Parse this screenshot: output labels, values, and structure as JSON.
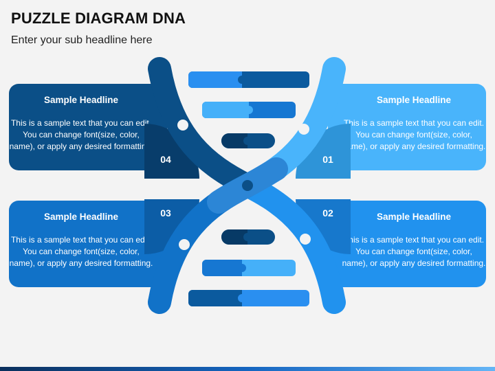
{
  "header": {
    "title": "PUZZLE DIAGRAM DNA",
    "subtitle": "Enter your sub headline here"
  },
  "cards": [
    {
      "number": "04",
      "headline": "Sample Headline",
      "body": "This is a sample text that you can edit. You can change font(size, color, name), or apply any desired formatting.",
      "color": "#0b4f87"
    },
    {
      "number": "01",
      "headline": "Sample Headline",
      "body": "This is a sample text that you can edit. You can change font(size, color, name), or apply any desired formatting.",
      "color": "#49b4fb"
    },
    {
      "number": "03",
      "headline": "Sample Headline",
      "body": "This is a sample text that you can edit. You can change font(size, color, name), or apply any desired formatting.",
      "color": "#1172c8"
    },
    {
      "number": "02",
      "headline": "Sample Headline",
      "body": "This is a sample text that you can edit. You can change font(size, color, name), or apply any desired formatting.",
      "color": "#2192ee"
    }
  ],
  "colors": {
    "navy": "#0b4f87",
    "dark_navy": "#073f6e",
    "medium_blue": "#1172c8",
    "bright_blue": "#2192ee",
    "light_blue": "#49b4fb",
    "background": "#f3f3f3"
  }
}
